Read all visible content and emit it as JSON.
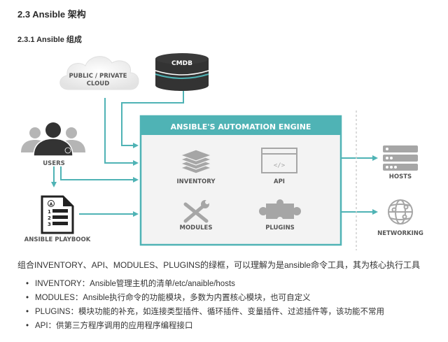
{
  "headings": {
    "section": "2.3 Ansible 架构",
    "subsection": "2.3.1 Ansible 组成"
  },
  "diagram": {
    "cloud_label_line1": "PUBLIC / PRIVATE",
    "cloud_label_line2": "CLOUD",
    "cmdb_label": "CMDB",
    "users_label": "USERS",
    "playbook_label": "ANSIBLE PLAYBOOK",
    "engine_title": "ANSIBLE'S AUTOMATION ENGINE",
    "inventory_label": "INVENTORY",
    "api_label": "API",
    "modules_label": "MODULES",
    "plugins_label": "PLUGINS",
    "hosts_label": "HOSTS",
    "networking_label": "NETWORKING",
    "playbook_numbers": [
      "1",
      "2",
      "3"
    ],
    "api_glyph": "</>",
    "ansible_badge": "A",
    "colors": {
      "teal": "#4fb3b5",
      "engine_bg": "#f3f3f3",
      "icon_gray": "#a6a6a6",
      "dark": "#333333"
    }
  },
  "paragraph": "组合INVENTORY、API、MODULES、PLUGINS的绿框，可以理解为是ansible命令工具，其为核心执行工具",
  "bullets": [
    "INVENTORY：Ansible管理主机的清单/etc/anaible/hosts",
    "MODULES：Ansible执行命令的功能模块，多数为内置核心模块，也可自定义",
    "PLUGINS：模块功能的补充，如连接类型插件、循环插件、变量插件、过滤插件等，该功能不常用",
    "API：供第三方程序调用的应用程序编程接口"
  ],
  "bullet_glyph": "•"
}
